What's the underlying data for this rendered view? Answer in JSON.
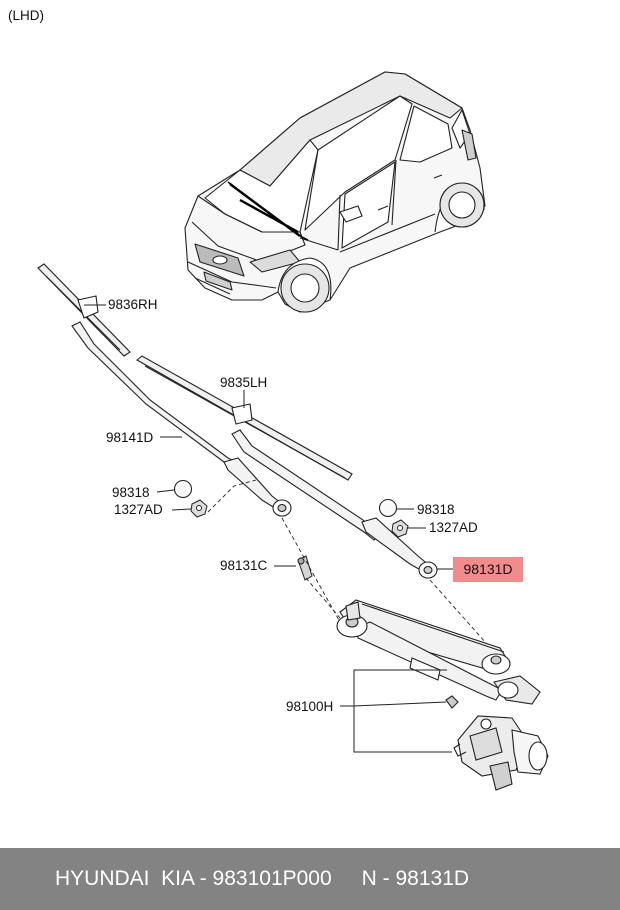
{
  "header": {
    "drive_side": "(LHD)"
  },
  "callouts": {
    "blade_rh": "9836RH",
    "blade_lh": "9835LH",
    "arm_lh": "98141D",
    "cap_left": "98318",
    "nut_left": "1327AD",
    "cap_right": "98318",
    "nut_right": "1327AD",
    "arm_rh_highlighted": "98131D",
    "arm_c": "98131C",
    "linkage_assy": "98100H"
  },
  "colors": {
    "highlight": "#f28b8b",
    "footer_bg": "#838383",
    "footer_text": "#ffffff"
  },
  "footer": {
    "brand": "HYUNDAI  KIA",
    "part_number": "983101P000",
    "ref_code": "98131D"
  }
}
